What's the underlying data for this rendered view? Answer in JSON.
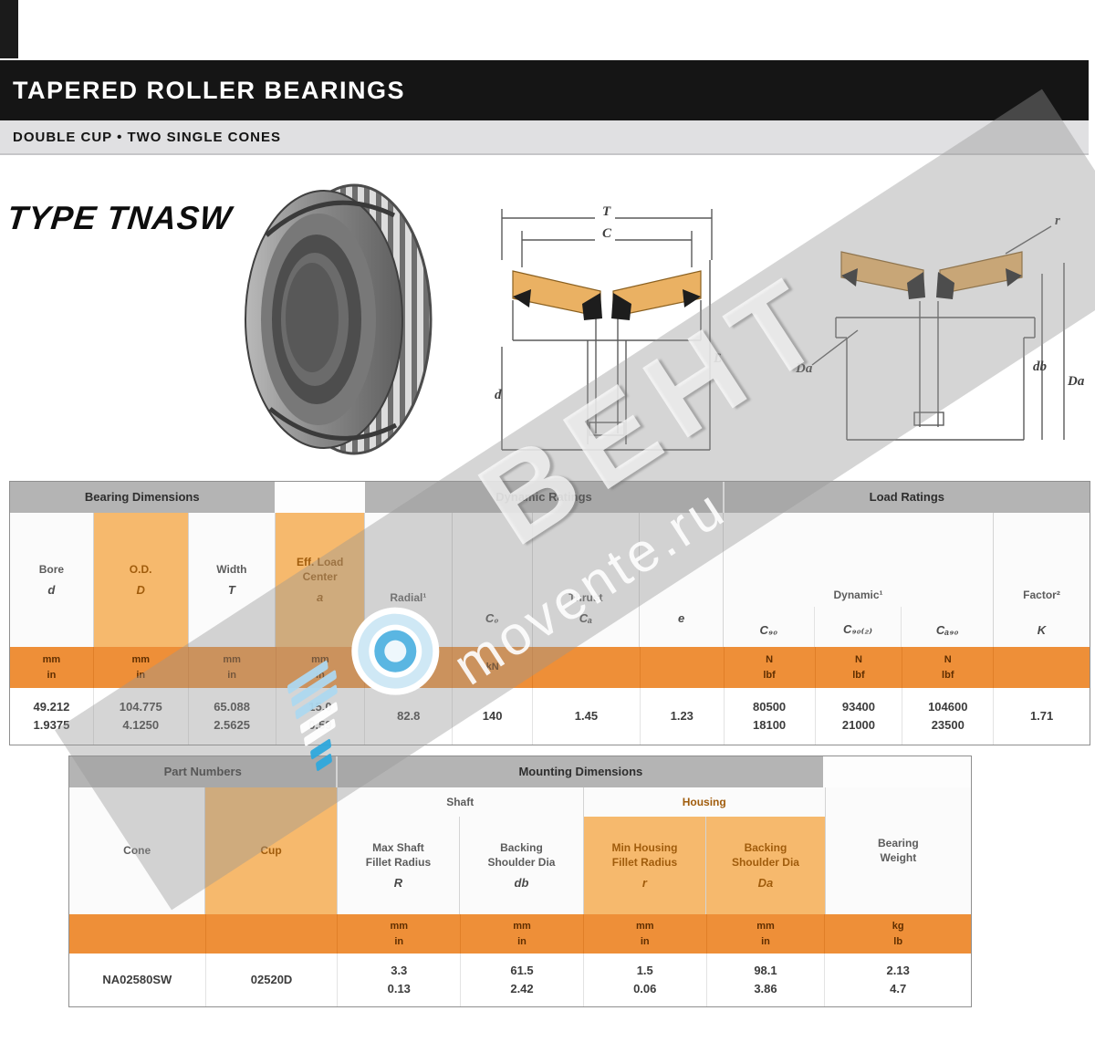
{
  "header": {
    "title": "TAPERED ROLLER BEARINGS",
    "subtitle": "DOUBLE CUP • TWO SINGLE CONES"
  },
  "type_label": "TYPE TNASW",
  "watermark": {
    "big": "BEHT",
    "site": "movente.ru"
  },
  "diagrams": {
    "mid": {
      "t": "T",
      "c": "C",
      "d": "d",
      "D": "D"
    },
    "right": {
      "left": "Da",
      "top_right": "r",
      "right1": "db",
      "right2": "Da"
    }
  },
  "table1": {
    "bands": {
      "dimensions": "Bearing Dimensions",
      "dynamic": "Dynamic Ratings",
      "load": "Load Ratings"
    },
    "sub": {
      "dynamic": "Dynamic¹",
      "factor": "Factor²"
    },
    "cols": [
      {
        "h": "Bore",
        "s": "d",
        "u": "mm\nin",
        "v": "49.212\n1.9375"
      },
      {
        "h": "O.D.",
        "s": "D",
        "u": "mm\nin",
        "v": "104.775\n4.1250"
      },
      {
        "h": "Width",
        "s": "T",
        "u": "mm\nin",
        "v": "65.088\n2.5625"
      },
      {
        "h": "Eff. Load\nCenter",
        "s": "a",
        "u": "mm\nin",
        "v": "15.0\n0.59"
      },
      {
        "h": "Radial¹",
        "s": "C₁",
        "u": "kN",
        "v": "82.8"
      },
      {
        "h": "",
        "s": "C₀",
        "u": "kN",
        "v": "140"
      },
      {
        "h": "Thrust",
        "s": "Cₐ",
        "u": "",
        "v": "1.45"
      },
      {
        "h": "",
        "s": "e",
        "u": "",
        "v": "1.23"
      },
      {
        "h": "",
        "s": "C₉₀",
        "u": "N\nlbf",
        "v": "80500\n18100"
      },
      {
        "h": "",
        "s": "C₉₀₍₂₎",
        "u": "N\nlbf",
        "v": "93400\n21000"
      },
      {
        "h": "",
        "s": "Cₐ₉₀",
        "u": "N\nlbf",
        "v": "104600\n23500"
      },
      {
        "h": "",
        "s": "K",
        "u": "",
        "v": "1.71"
      }
    ]
  },
  "table2": {
    "bands": {
      "parts": "Part Numbers",
      "mounting": "Mounting Dimensions"
    },
    "sub": {
      "shaft": "Shaft",
      "housing": "Housing"
    },
    "cols": [
      {
        "h": "Cone",
        "s": "",
        "u": "",
        "v": "NA02580SW"
      },
      {
        "h": "Cup",
        "s": "",
        "u": "",
        "v": "02520D"
      },
      {
        "h": "Max Shaft\nFillet Radius",
        "s": "R",
        "u": "mm\nin",
        "v": "3.3\n0.13"
      },
      {
        "h": "Backing\nShoulder Dia",
        "s": "db",
        "u": "mm\nin",
        "v": "61.5\n2.42"
      },
      {
        "h": "Min Housing\nFillet Radius",
        "s": "r",
        "u": "mm\nin",
        "v": "1.5\n0.06"
      },
      {
        "h": "Backing\nShoulder Dia",
        "s": "Da",
        "u": "mm\nin",
        "v": "98.1\n3.86"
      },
      {
        "h": "Bearing\nWeight",
        "s": "",
        "u": "kg\nlb",
        "v": "2.13\n4.7"
      }
    ]
  }
}
